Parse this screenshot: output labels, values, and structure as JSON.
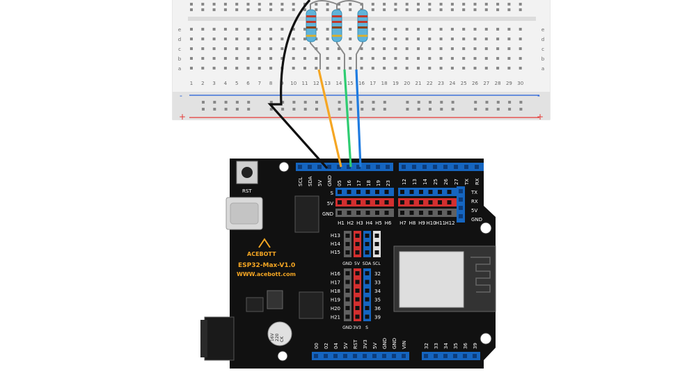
{
  "breadboard": {
    "columns": [
      "1",
      "2",
      "3",
      "4",
      "5",
      "6",
      "7",
      "8",
      "9",
      "10",
      "11",
      "12",
      "13",
      "14",
      "15",
      "16",
      "17",
      "18",
      "19",
      "20",
      "21",
      "22",
      "23",
      "24",
      "25",
      "26",
      "27",
      "28",
      "29",
      "30"
    ],
    "rows_upper": [
      "e",
      "d",
      "c",
      "b",
      "a"
    ],
    "rail_minus": "-",
    "rail_plus": "+"
  },
  "board": {
    "brand": "ACEBOTT",
    "model": "ESP32-Max-V1.0",
    "url": "WWW.acebott.com",
    "rst_label": "RST",
    "top_header_labels": [
      "SCL",
      "SDA",
      "5V",
      "GND",
      "05",
      "16",
      "17",
      "18",
      "19",
      "23"
    ],
    "top_header_labels_right": [
      "12",
      "13",
      "14",
      "25",
      "26",
      "27",
      "TX",
      "RX"
    ],
    "side_labels_s": [
      "S",
      "5V",
      "GND"
    ],
    "h_labels_left": [
      "H1",
      "H2",
      "H3",
      "H4",
      "H5",
      "H6"
    ],
    "h_labels_right": [
      "H7",
      "H8",
      "H9",
      "H10",
      "H11",
      "H12"
    ],
    "right_labels": [
      "TX",
      "RX",
      "5V",
      "GND"
    ],
    "mid_h_labels": [
      "H13",
      "H14",
      "H15"
    ],
    "mid_bottom_labels": [
      "GND",
      "5V",
      "SDA",
      "SCL"
    ],
    "lower_h_labels": [
      "H16",
      "H17",
      "H18",
      "H19",
      "H20",
      "H21"
    ],
    "lower_num_labels": [
      "32",
      "33",
      "34",
      "35",
      "36",
      "39"
    ],
    "lower_bottom_labels": [
      "GND",
      "3V3",
      "S"
    ],
    "bottom_header_labels": [
      "00",
      "02",
      "04",
      "5V",
      "RST",
      "3V3",
      "5V",
      "GND",
      "GND",
      "VIN"
    ],
    "bottom_header_labels_right": [
      "32",
      "33",
      "34",
      "35",
      "36",
      "39"
    ],
    "cap_label": [
      "CK",
      "220",
      "16V"
    ]
  },
  "colors": {
    "board": "#111111",
    "header_blue": "#1565c0",
    "wire_black": "#111111",
    "wire_orange": "#f5a623",
    "wire_green": "#2ecc71",
    "wire_blue": "#1e7be0",
    "resistor": "#5fb3d9",
    "rail_red": "#e53935",
    "rail_blue": "#1e5bd8"
  }
}
